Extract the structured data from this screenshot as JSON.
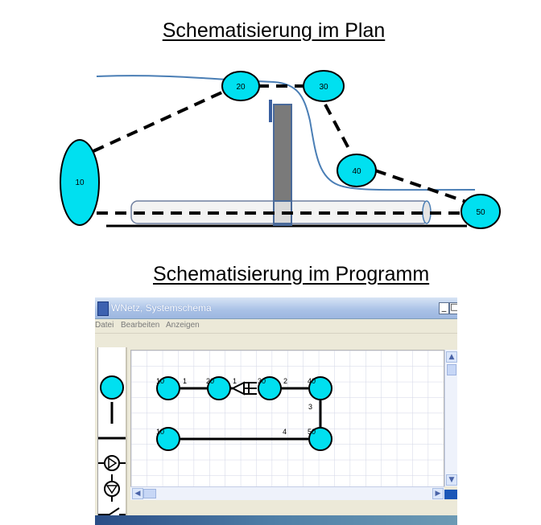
{
  "titles": {
    "plan": "Schematisierung im Plan",
    "program": "Schematisierung im Programm"
  },
  "plan_nodes": [
    "10",
    "20",
    "30",
    "40",
    "50"
  ],
  "window": {
    "title": "WNetz, Systemschema",
    "minimize_glyph": "_",
    "maximize_glyph": "□",
    "menu": [
      "Datei",
      "Bearbeiten",
      "Anzeigen"
    ]
  },
  "schema": {
    "nodes": [
      "10",
      "20",
      "30",
      "40",
      "10",
      "50"
    ],
    "pipe_labels": [
      "1",
      "1",
      "2",
      "3",
      "4"
    ]
  },
  "colors": {
    "node_fill": "#00e0f0",
    "water_line": "#4a7eb5",
    "ground": "#000000",
    "wall": "#7a7a7a"
  },
  "icons": {
    "palette": [
      "node-icon",
      "pipe-icon",
      "pump-icon",
      "pump-down-icon",
      "valve-icon"
    ]
  }
}
